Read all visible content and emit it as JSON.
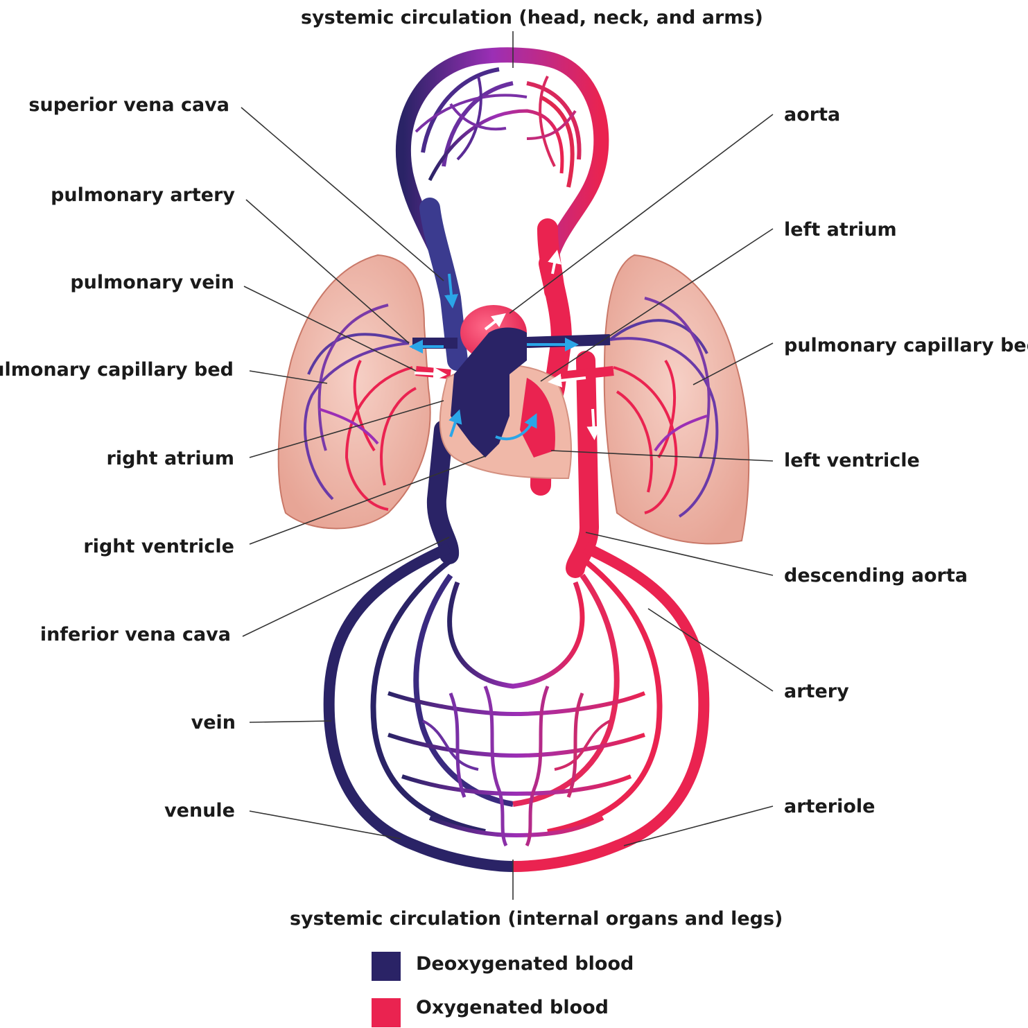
{
  "labels": {
    "top": "systemic circulation (head, neck, and arms)",
    "bottom": "systemic circulation (internal organs and legs)",
    "left": [
      "superior vena cava",
      "pulmonary artery",
      "pulmonary vein",
      "pulmonary capillary bed",
      "right atrium",
      "right ventricle",
      "inferior vena cava",
      "vein",
      "venule"
    ],
    "right": [
      "aorta",
      "left atrium",
      "pulmonary capillary bed",
      "left ventricle",
      "descending aorta",
      "artery",
      "arteriole"
    ]
  },
  "legend": [
    {
      "label": "Deoxygenated blood",
      "color": "#2a2366"
    },
    {
      "label": "Oxygenated blood",
      "color": "#ea2350"
    }
  ],
  "colors": {
    "deoxygenated": "#2a2366",
    "oxygenated": "#ea2350",
    "capillary": "#9b2fb5",
    "lung": "#eab0a4",
    "flow_arrow_deoxy": "#2aa6e8",
    "flow_arrow_oxy": "#ffffff"
  }
}
